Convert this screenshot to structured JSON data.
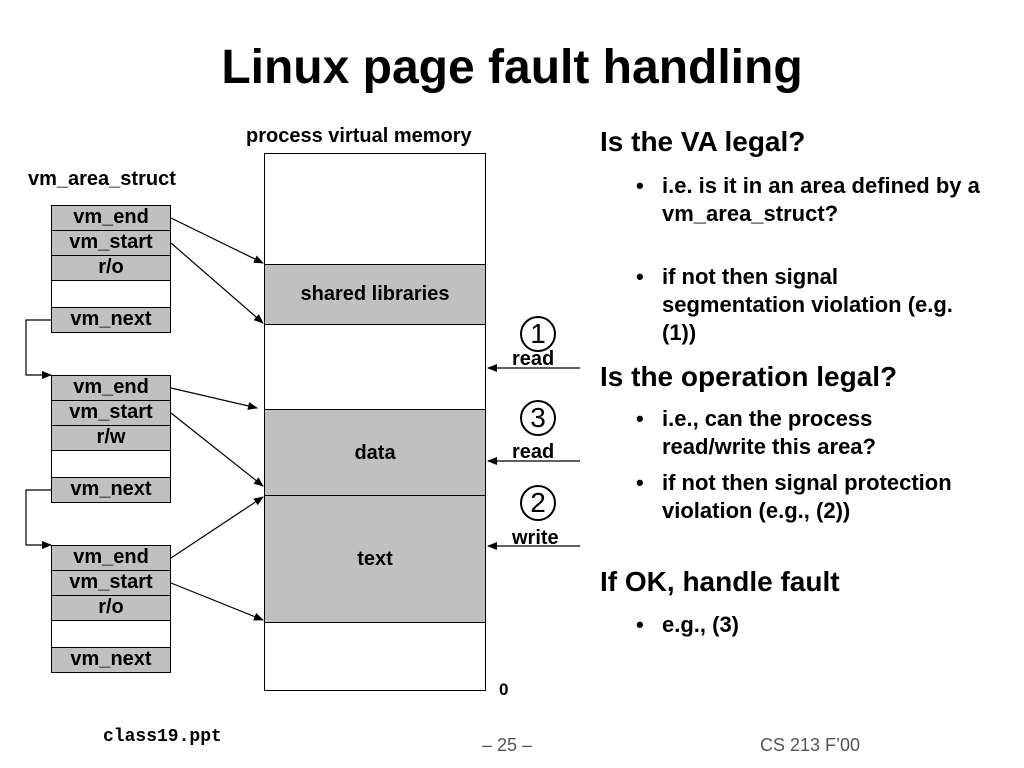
{
  "title": "Linux page fault handling",
  "diagram": {
    "memory_label": "process virtual memory",
    "struct_label": "vm_area_struct",
    "structs": [
      {
        "rows": [
          "vm_end",
          "vm_start",
          "r/o",
          "",
          "vm_next"
        ]
      },
      {
        "rows": [
          "vm_end",
          "vm_start",
          "r/w",
          "",
          "vm_next"
        ]
      },
      {
        "rows": [
          "vm_end",
          "vm_start",
          "r/o",
          "",
          "vm_next"
        ]
      }
    ],
    "regions": {
      "shared": "shared libraries",
      "data": "data",
      "text": "text"
    },
    "zero_label": "0",
    "accesses": [
      {
        "num": "1",
        "op": "read"
      },
      {
        "num": "3",
        "op": "read"
      },
      {
        "num": "2",
        "op": "write"
      }
    ]
  },
  "notes": [
    {
      "heading": "Is the VA legal?",
      "bullets": [
        "i.e. is it in an area defined by a vm_area_struct?",
        "if not then signal segmentation violation (e.g. (1))"
      ]
    },
    {
      "heading": "Is the operation legal?",
      "bullets": [
        "i.e., can the process read/write this area?",
        "if not then signal protection violation (e.g., (2))"
      ]
    },
    {
      "heading": "If OK, handle fault",
      "bullets": [
        "e.g., (3)"
      ]
    }
  ],
  "bullet_char": "•",
  "footer": {
    "file": "class19.ppt",
    "page": "– 25 –",
    "course": "CS 213 F’00"
  }
}
